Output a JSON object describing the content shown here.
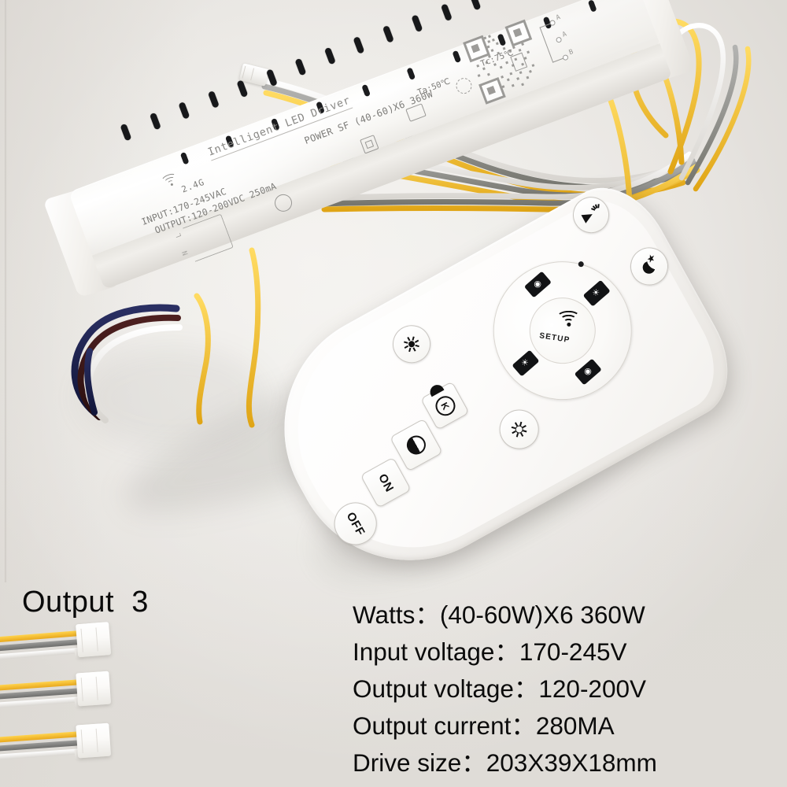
{
  "scene": {
    "background_color": "#e9e7e3",
    "product": "2.4G Intelligent LED Driver with RF remote control"
  },
  "driver_label": {
    "title": "Intelligent LED Driver",
    "band": "2.4G",
    "power": "POWER SF (40-60)X6  360W",
    "ta": "Ta:50℃",
    "tc": "Tc:75℃",
    "input": "INPUT:170-245VAC",
    "output": "OUTPUT:120-200VDC 250mA",
    "terminal_tags": [
      "A",
      "A",
      "B"
    ],
    "mains_tags": [
      "L",
      "N"
    ],
    "icons": [
      "wifi-icon",
      "double-insulation-icon",
      "indoor-use-icon",
      "recycle-icon",
      "hourglass-icon",
      "warning-triangle-icon",
      "thermal-icon"
    ]
  },
  "remote": {
    "buttons": [
      {
        "name": "off-button",
        "label": "OFF",
        "icon": ""
      },
      {
        "name": "on-button",
        "label": "ON",
        "icon": ""
      },
      {
        "name": "dim-button",
        "label": "",
        "icon": "half-moon-dim-icon"
      },
      {
        "name": "kelvin-button",
        "label": "K",
        "icon": "kelvin-icon"
      },
      {
        "name": "brightness-up-button",
        "label": "",
        "icon": "sun-filled-icon"
      },
      {
        "name": "brightness-down-button",
        "label": "",
        "icon": "sun-hollow-icon"
      },
      {
        "name": "lamp-button",
        "label": "",
        "icon": "lamp-icon"
      },
      {
        "name": "night-mode-button",
        "label": "",
        "icon": "moon-star-icon"
      }
    ],
    "setup_pad": {
      "center_label": "SETUP",
      "center_icon": "wifi-icon",
      "keys": [
        {
          "name": "pad-key-up",
          "icon": "kelvin-remote-icon"
        },
        {
          "name": "pad-key-right",
          "icon": "brightness-remote-icon"
        },
        {
          "name": "pad-key-down",
          "icon": "kelvin-remote-down-icon"
        },
        {
          "name": "pad-key-left",
          "icon": "brightness-remote-down-icon"
        }
      ]
    },
    "ir_indicator": "ir-led-dot"
  },
  "outputs": {
    "title": "Output  3",
    "count": 3,
    "wire_colors": [
      "#f0b91e",
      "#7d7d7b",
      "#ffffff"
    ],
    "connectors": [
      {
        "name": "output-connector-1"
      },
      {
        "name": "output-connector-2"
      },
      {
        "name": "output-connector-3"
      }
    ]
  },
  "specs": {
    "lines": [
      "Watts：(40-60W)X6   360W",
      "Input voltage：170-245V",
      "Output voltage：120-200V",
      "Output current：280MA",
      "Drive size：203X39X18mm"
    ]
  },
  "input_wires": {
    "colors": [
      "#1b1f4b",
      "#3a1414",
      "#ffffff"
    ],
    "names": [
      "live-wire",
      "neutral-wire",
      "earth-wire"
    ]
  },
  "output_wires": {
    "colors": [
      "#f0b91e",
      "#8c8c8a",
      "#f4f2ee"
    ]
  },
  "bundle_ties": {
    "color": "#f0c52a",
    "count": 4
  }
}
